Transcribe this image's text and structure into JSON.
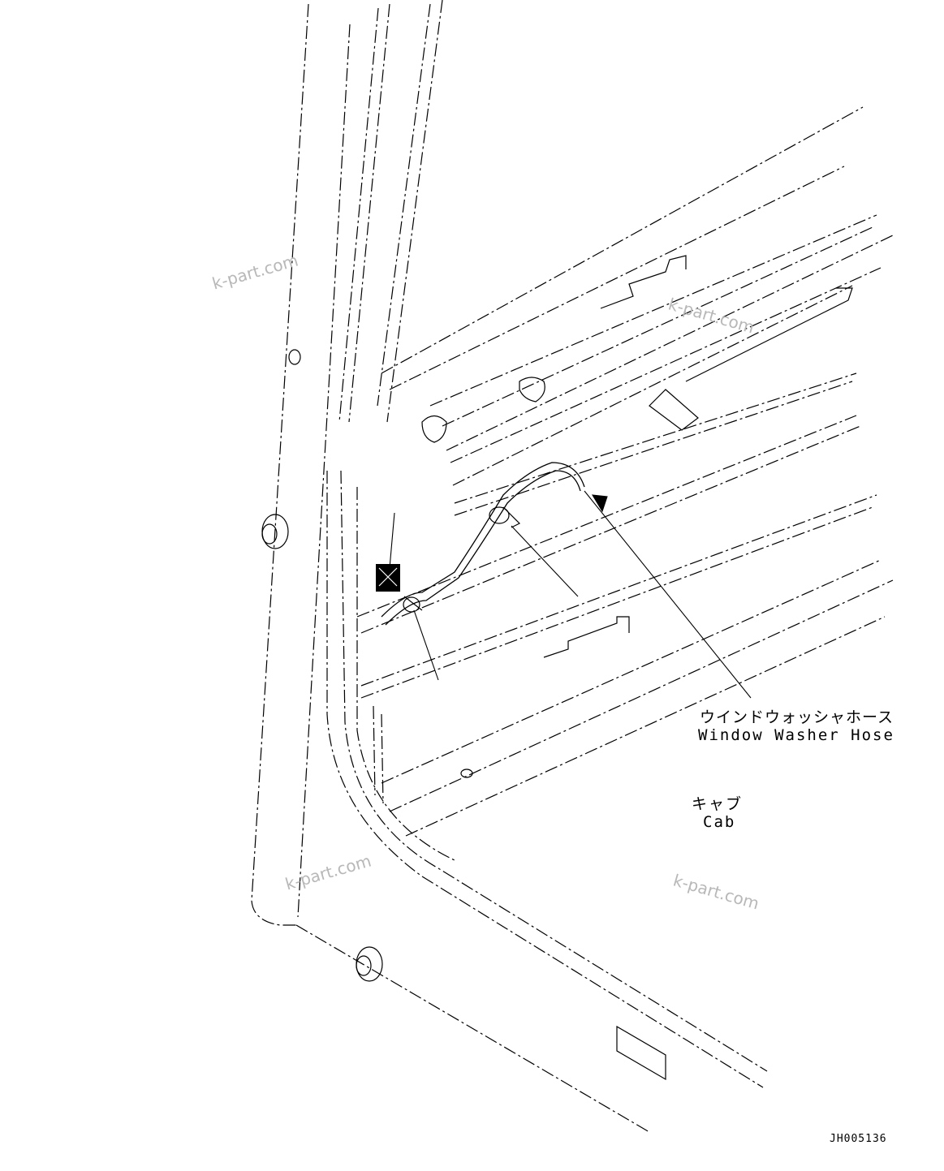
{
  "labels": {
    "washer_hose_jp": "ウインドウォッシャホース",
    "washer_hose_en": "Window Washer Hose",
    "cab_jp": "キャブ",
    "cab_en": "Cab",
    "drawing_code": "JH005136"
  },
  "watermark": {
    "text": "k-part.com"
  },
  "colors": {
    "line": "#000000",
    "watermark": "#b8b8b8",
    "background": "#ffffff"
  }
}
